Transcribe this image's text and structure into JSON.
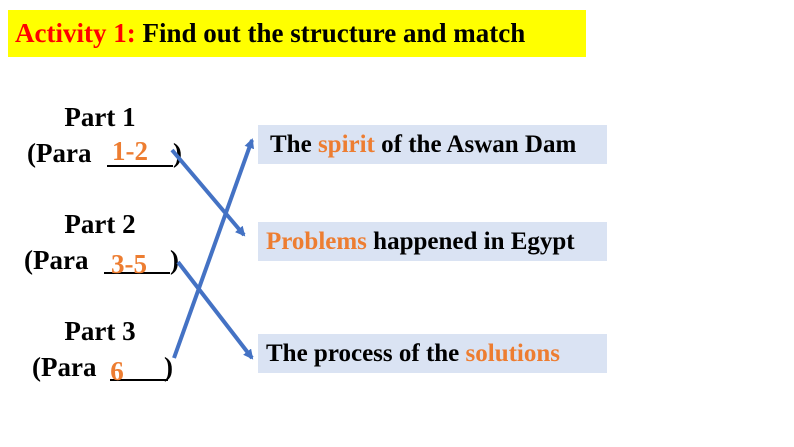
{
  "title": {
    "activity": "Activity 1:",
    "text": "Find out the structure and match"
  },
  "parts": [
    {
      "label": "Part 1",
      "para_open": "(Para",
      "para_close": ")",
      "answer": "1-2"
    },
    {
      "label": "Part 2",
      "para_open": "(Para",
      "para_close": ")",
      "answer": "3-5"
    },
    {
      "label": "Part 3",
      "para_open": "(Para",
      "para_close": ")",
      "answer": "6"
    }
  ],
  "boxes": [
    {
      "pre": "The ",
      "highlight": "spirit",
      "post": " of the Aswan Dam"
    },
    {
      "pre": "",
      "highlight": "Problems",
      "post": " happened in Egypt"
    },
    {
      "pre": "The process of the ",
      "highlight": "solutions",
      "post": ""
    }
  ],
  "colors": {
    "title_bg": "#ffff00",
    "activity": "#ff0000",
    "answer": "#ed7d31",
    "box_bg": "#dae3f3",
    "arrow": "#4472c4"
  }
}
